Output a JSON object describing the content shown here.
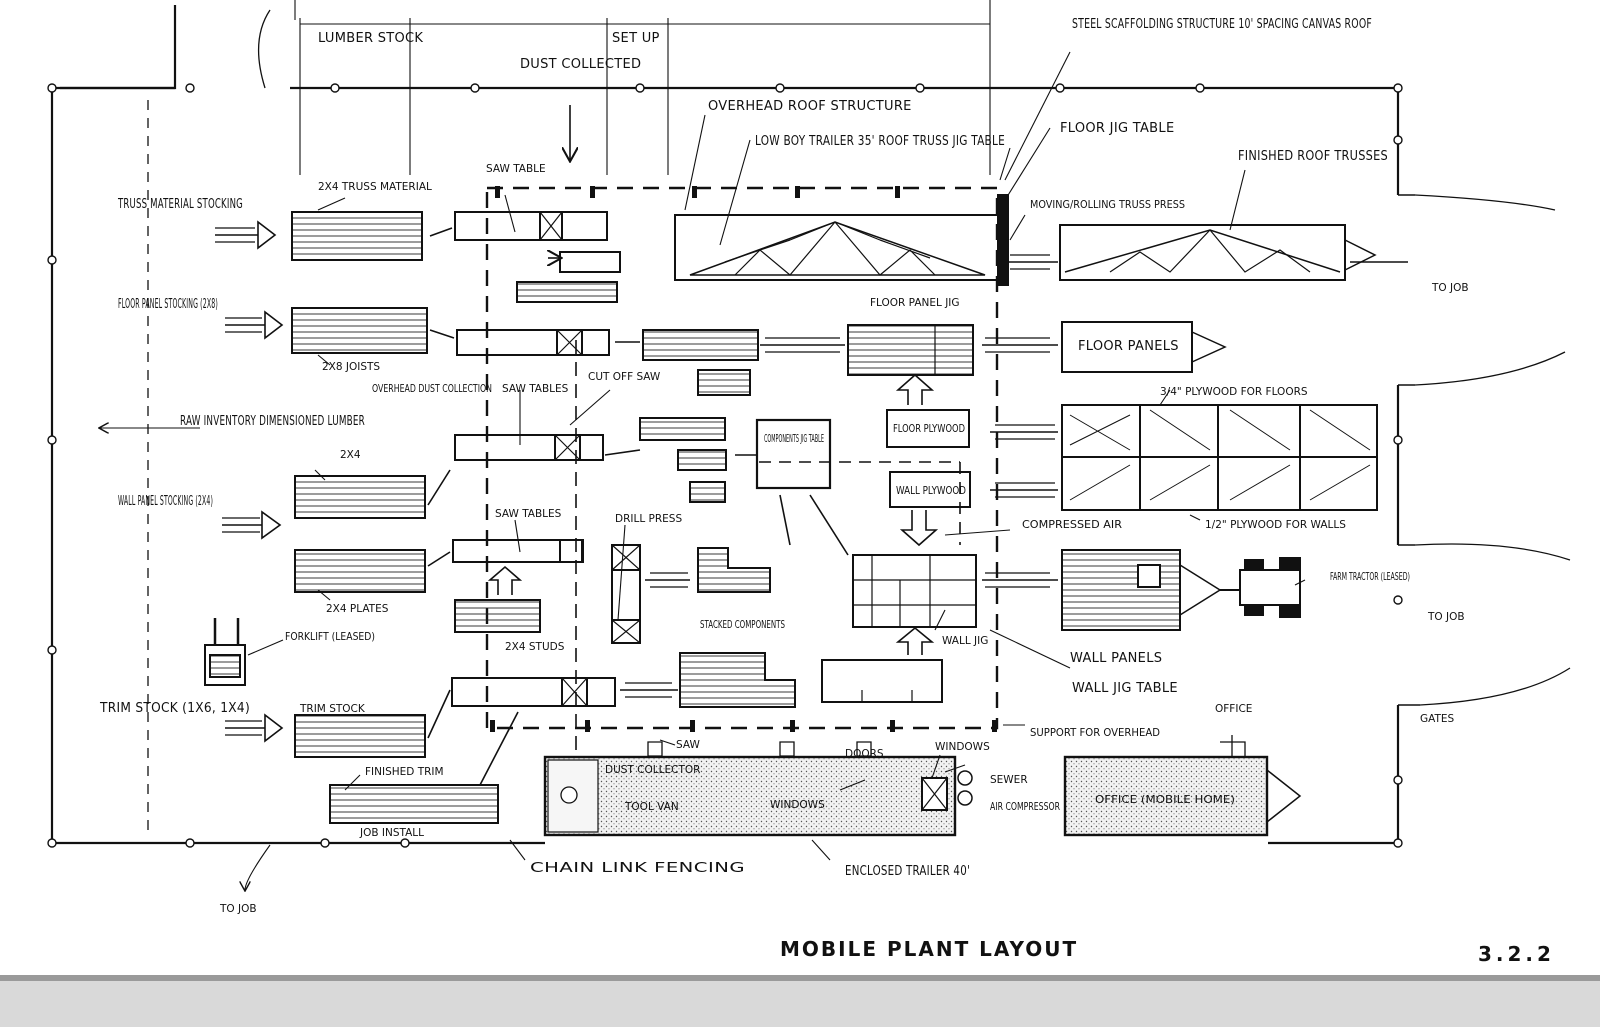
{
  "title": "MOBILE PLANT LAYOUT",
  "page_number": "3.2.2",
  "labels": {
    "lumber_stock": "LUMBER STOCK",
    "set_up": "SET UP",
    "dust_collected": "DUST COLLECTED",
    "steel_scaffolding": "STEEL SCAFFOLDING STRUCTURE 10' SPACING CANVAS ROOF",
    "overhead_roof_structure": "OVERHEAD ROOF STRUCTURE",
    "low_boy_trailer": "LOW BOY TRAILER 35' ROOF TRUSS JIG TABLE",
    "floor_jig_table": "FLOOR JIG TABLE",
    "finished_roof_trusses": "FINISHED ROOF TRUSSES",
    "moving_rolling_truss_press": "MOVING/ROLLING TRUSS PRESS",
    "saw_table": "SAW TABLE",
    "truss_material_stocking": "TRUSS MATERIAL STOCKING",
    "two_by_four_truss_material": "2X4 TRUSS MATERIAL",
    "to_job_1": "TO JOB",
    "floor_panel_stocking": "FLOOR PANEL STOCKING (2X8)",
    "two_by_eight_joists": "2X8 JOISTS",
    "floor_panel_jig": "FLOOR PANEL JIG",
    "floor_panels": "FLOOR PANELS",
    "overhead_dust_collection": "OVERHEAD DUST COLLECTION",
    "saw_tables_1": "SAW TABLES",
    "cut_off_saw": "CUT OFF SAW",
    "plywood_floors": "3/4\" PLYWOOD FOR FLOORS",
    "raw_inventory": "RAW INVENTORY DIMENSIONED LUMBER",
    "two_by_four": "2X4",
    "components_jig_table": "COMPONENTS JIG TABLE",
    "floor_plywood": "FLOOR PLYWOOD",
    "wall_plywood": "WALL PLYWOOD",
    "wall_panel_stocking": "WALL PANEL STOCKING (2X4)",
    "saw_tables_2": "SAW TABLES",
    "drill_press": "DRILL PRESS",
    "compressed_air": "COMPRESSED AIR",
    "plywood_walls": "1/2\" PLYWOOD FOR WALLS",
    "two_by_four_plates": "2X4 PLATES",
    "farm_tractor": "FARM TRACTOR (LEASED)",
    "to_job_2": "TO JOB",
    "stacked_components": "STACKED COMPONENTS",
    "two_by_four_studs": "2X4 STUDS",
    "forklift": "FORKLIFT (LEASED)",
    "wall_jig": "WALL JIG",
    "wall_panels": "WALL PANELS",
    "wall_jig_table": "WALL JIG TABLE",
    "trim_stock_label": "TRIM STOCK (1X6, 1X4)",
    "trim_stock": "TRIM STOCK",
    "saw": "SAW",
    "office": "OFFICE",
    "gates": "GATES",
    "support_for_overhead": "SUPPORT FOR OVERHEAD",
    "finished_trim": "FINISHED TRIM",
    "dust_collector": "DUST COLLECTOR",
    "doors": "DOORS",
    "windows_label": "WINDOWS",
    "sewer": "SEWER",
    "air_compressor": "AIR COMPRESSOR",
    "tool_van": "TOOL VAN",
    "windows": "WINDOWS",
    "office_mobile_home": "OFFICE (MOBILE HOME)",
    "job_install": "JOB INSTALL",
    "chain_link_fencing": "CHAIN LINK FENCING",
    "enclosed_trailer": "ENCLOSED TRAILER 40'",
    "to_job_3": "TO JOB"
  }
}
